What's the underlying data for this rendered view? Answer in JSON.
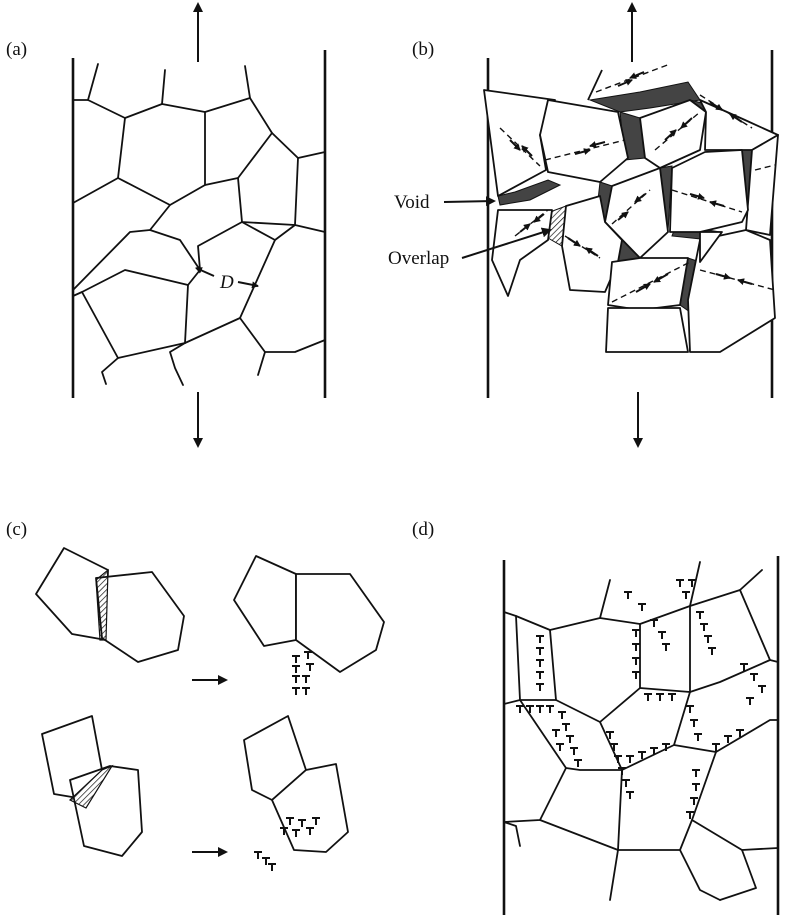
{
  "panels": {
    "a": {
      "label": "(a)"
    },
    "b": {
      "label": "(b)",
      "void_label": "Void",
      "overlap_label": "Overlap"
    },
    "c": {
      "label": "(c)"
    },
    "d": {
      "label": "(d)"
    }
  },
  "grain_size_symbol": "D",
  "colors": {
    "ink": "#111111",
    "background": "#ffffff",
    "void_fill": "#444444"
  }
}
